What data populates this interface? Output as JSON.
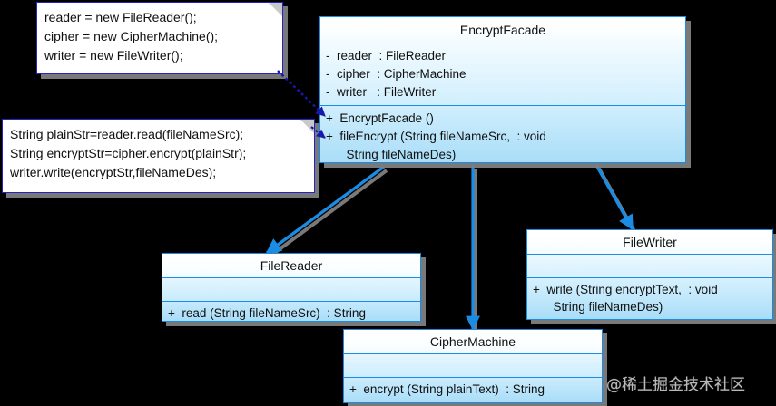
{
  "diagram": {
    "title": "EncryptFacade UML class diagram",
    "background_color": "#000000",
    "class_border_color": "#1b8ce3",
    "class_fill_color": "#a9ddf8",
    "note_border_color": "#2424c2",
    "connector_color": "#1b8ce3",
    "dependency_color": "#1818aa",
    "shadow_color": "#808080"
  },
  "notes": [
    {
      "id": "note-constructor",
      "lines": [
        "reader = new FileReader();",
        "cipher = new CipherMachine();",
        "writer = new FileWriter();"
      ]
    },
    {
      "id": "note-method",
      "lines": [
        "String plainStr=reader.read(fileNameSrc);",
        "String encryptStr=cipher.encrypt(plainStr);",
        "writer.write(encryptStr,fileNameDes);"
      ]
    }
  ],
  "classes": [
    {
      "id": "class-encryptfacade",
      "name": "EncryptFacade",
      "attributes": [
        "-  reader  : FileReader",
        "-  cipher  : CipherMachine",
        "-  writer   : FileWriter"
      ],
      "operations": [
        "+  EncryptFacade ()",
        "+  fileEncrypt (String fileNameSrc,  : void",
        "      String fileNameDes)"
      ]
    },
    {
      "id": "class-filereader",
      "name": "FileReader",
      "attributes": [],
      "operations": [
        "+  read (String fileNameSrc)  : String"
      ]
    },
    {
      "id": "class-filewriter",
      "name": "FileWriter",
      "attributes": [],
      "operations": [
        "+  write (String encryptText,  : void",
        "      String fileNameDes)"
      ]
    },
    {
      "id": "class-ciphermachine",
      "name": "CipherMachine",
      "attributes": [],
      "operations": [
        "+  encrypt (String plainText)  : String"
      ]
    }
  ],
  "connectors": [
    {
      "id": "assoc-facade-filereader",
      "type": "association",
      "from": "EncryptFacade",
      "to": "FileReader"
    },
    {
      "id": "assoc-facade-ciphermachine",
      "type": "association",
      "from": "EncryptFacade",
      "to": "CipherMachine"
    },
    {
      "id": "assoc-facade-filewriter",
      "type": "association",
      "from": "EncryptFacade",
      "to": "FileWriter"
    },
    {
      "id": "dep-note-constructor",
      "type": "note-anchor",
      "from": "note-constructor",
      "to": "EncryptFacade ()"
    },
    {
      "id": "dep-note-method",
      "type": "note-anchor",
      "from": "note-method",
      "to": "fileEncrypt (...)"
    }
  ],
  "watermark": {
    "text": "@稀土掘金技术社区"
  }
}
